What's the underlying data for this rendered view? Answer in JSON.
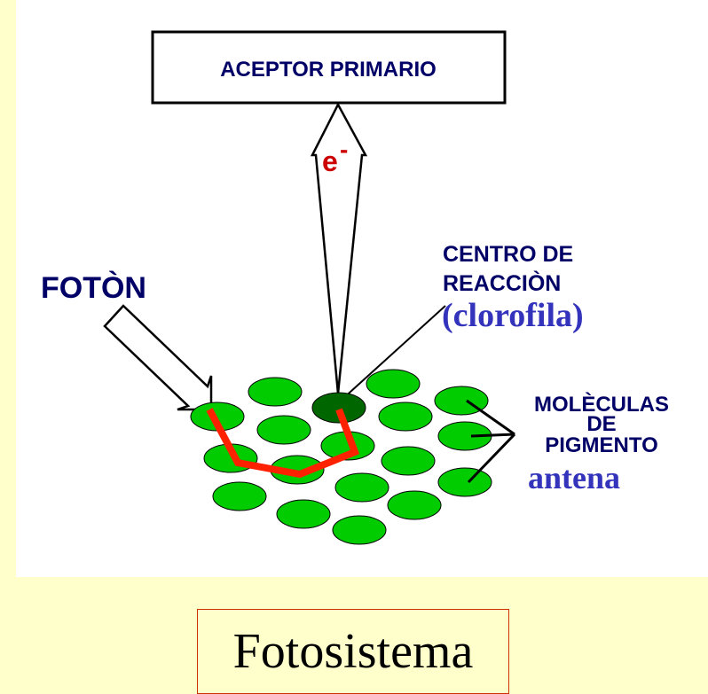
{
  "colors": {
    "page_background": "#FFFFCC",
    "diagram_background": "#FFFFFF",
    "pigment_molecule": "#00CC00",
    "reaction_center": "#006600",
    "electron_path": "#FF2200",
    "label_navy": "#000066",
    "label_blue": "#3333BB",
    "caption_border": "#CC3300"
  },
  "diagram": {
    "acceptor_label": "ACEPTOR PRIMARIO",
    "electron_symbol": "e",
    "electron_charge": "-",
    "photon_label": "FOTÒN",
    "reaction_center_label_line1": "CENTRO DE",
    "reaction_center_label_line2": "REACCIÒN",
    "chlorophyll_label": "(clorofila)",
    "pigment_label_line1": "MOLÈCULAS",
    "pigment_label_line2": "DE",
    "pigment_label_line3": "PIGMENTO",
    "antenna_label": "antena"
  },
  "caption": {
    "title": "Fotosistema"
  }
}
